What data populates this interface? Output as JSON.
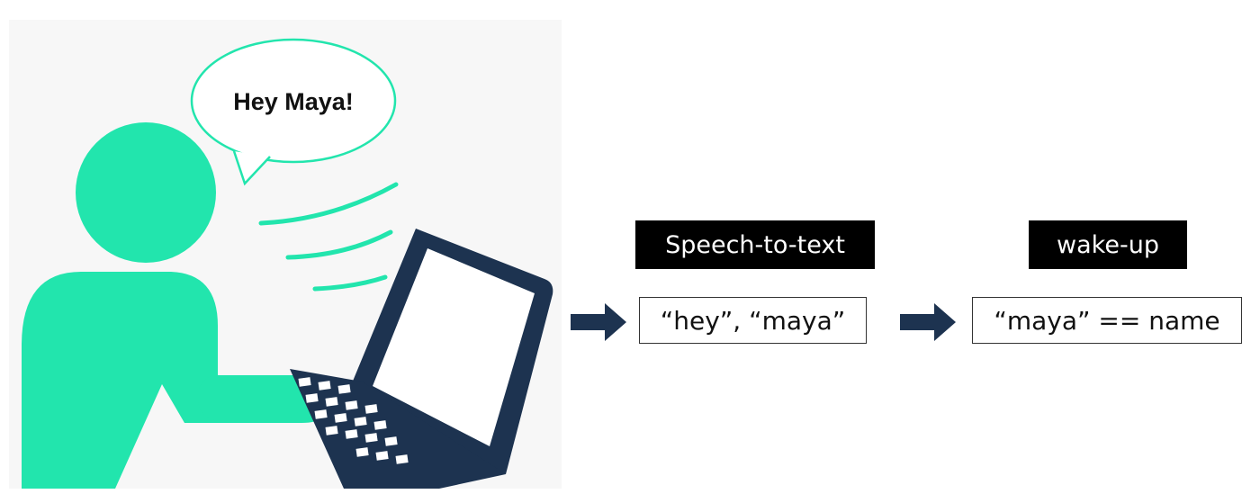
{
  "illustration": {
    "speech_bubble_text": "Hey Maya!",
    "colors": {
      "panel": "#f7f7f7",
      "person": "#22e5ad",
      "laptop": "#1d3350",
      "bubble_outline": "#22e5ad"
    }
  },
  "pipeline": [
    {
      "stage_label": "Speech-to-text",
      "box_text": "“hey”, “maya”"
    },
    {
      "stage_label": "wake-up",
      "box_text": "“maya” == name"
    }
  ],
  "colors": {
    "arrow": "#1d3350",
    "label_bg": "#000000",
    "label_fg": "#ffffff"
  }
}
